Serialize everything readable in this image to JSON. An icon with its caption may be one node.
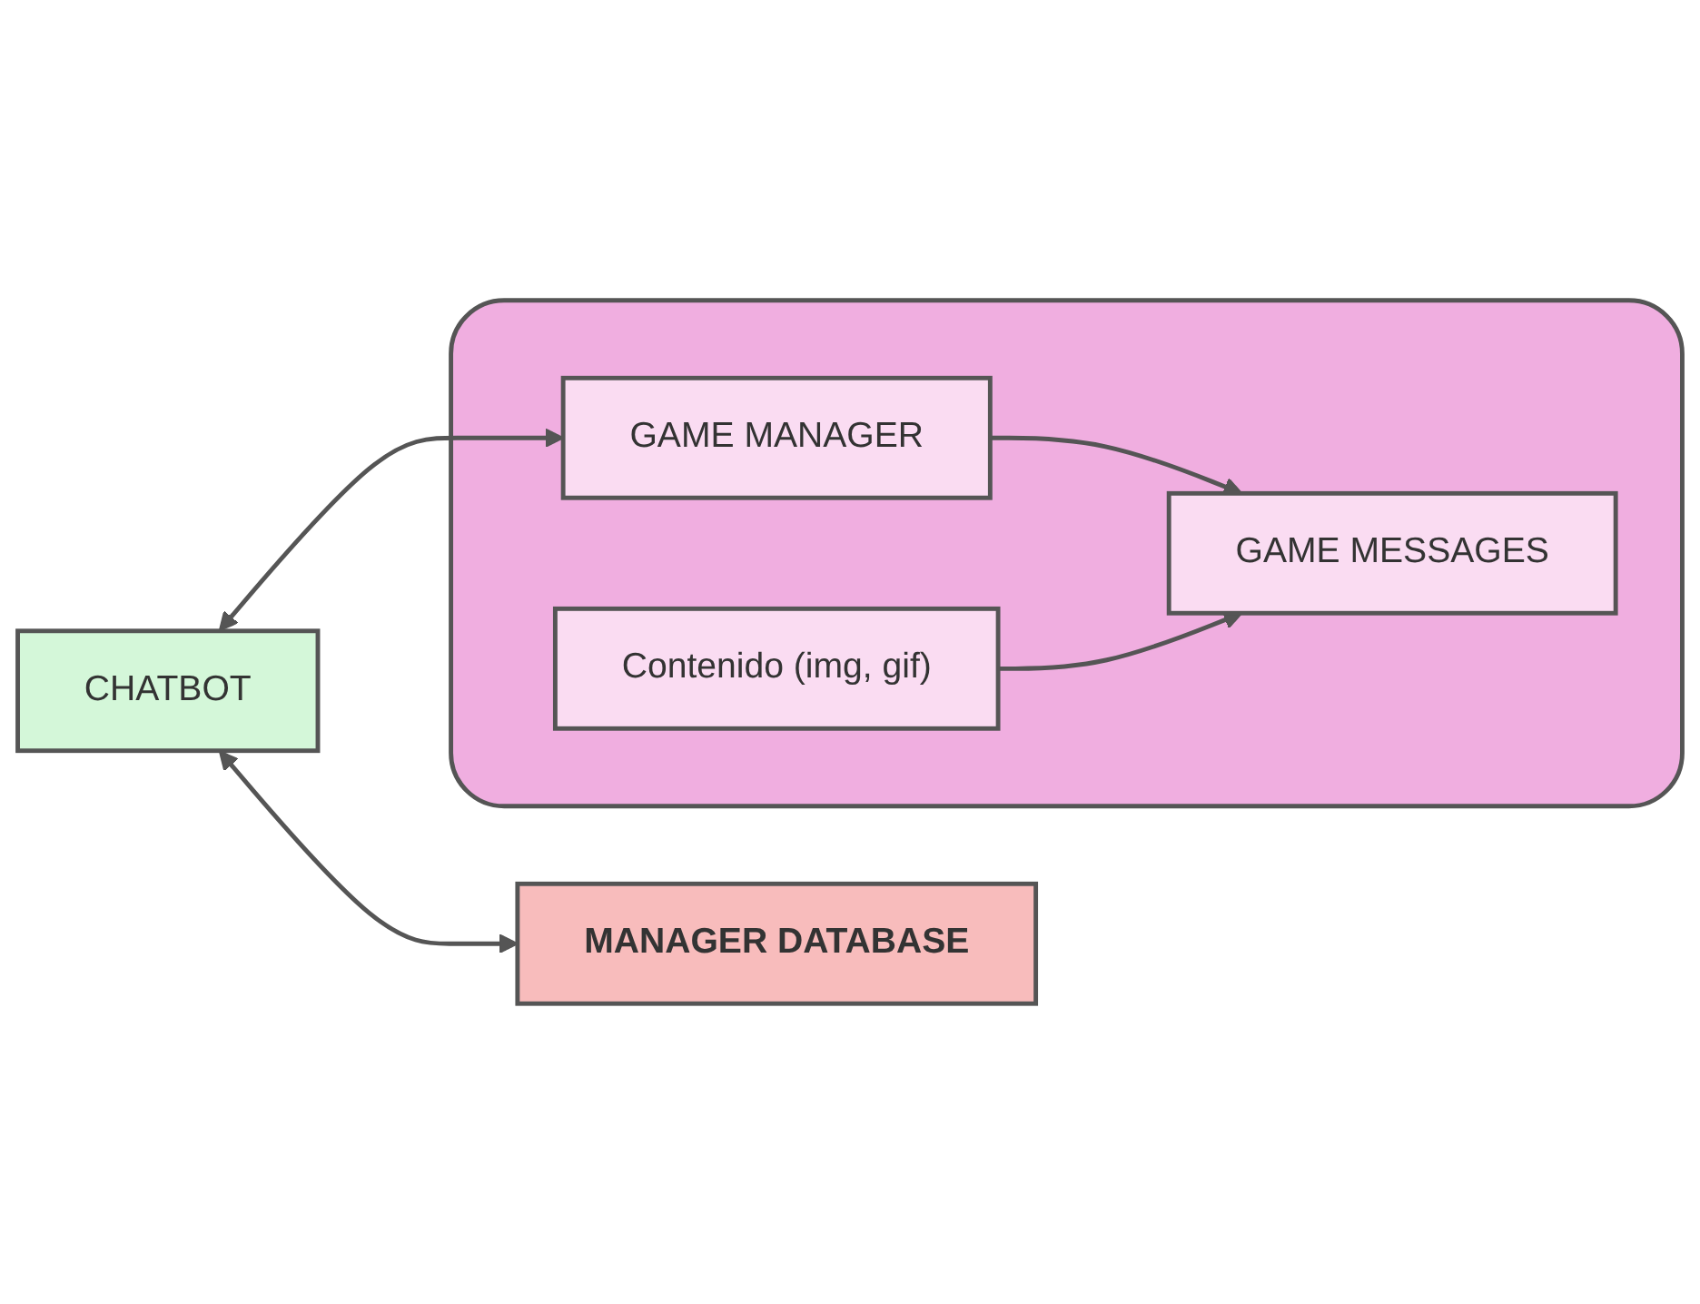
{
  "diagram": {
    "nodes": [
      {
        "text": [
          "CHATBOT"
        ]
      },
      {
        "text": [],
        "shape": "box"
      },
      {
        "text": [
          "GAME MANAGER"
        ],
        "in": 1
      },
      {
        "text": [
          "Contenido (img, gif)"
        ],
        "in": 1
      },
      {
        "text": [
          "GAME MESSAGES"
        ],
        "in": 1
      },
      {
        "text": [
          "MANAGER DATABASE"
        ]
      }
    ],
    "edges": [
      {
        "from": 0,
        "to": 2,
        "arrow": "both"
      },
      {
        "from": 0,
        "to": 5,
        "arrow": "both"
      },
      {
        "from": 2,
        "to": 4,
        "arrow": "to"
      },
      {
        "from": 3,
        "to": 4,
        "arrow": "to"
      }
    ]
  }
}
